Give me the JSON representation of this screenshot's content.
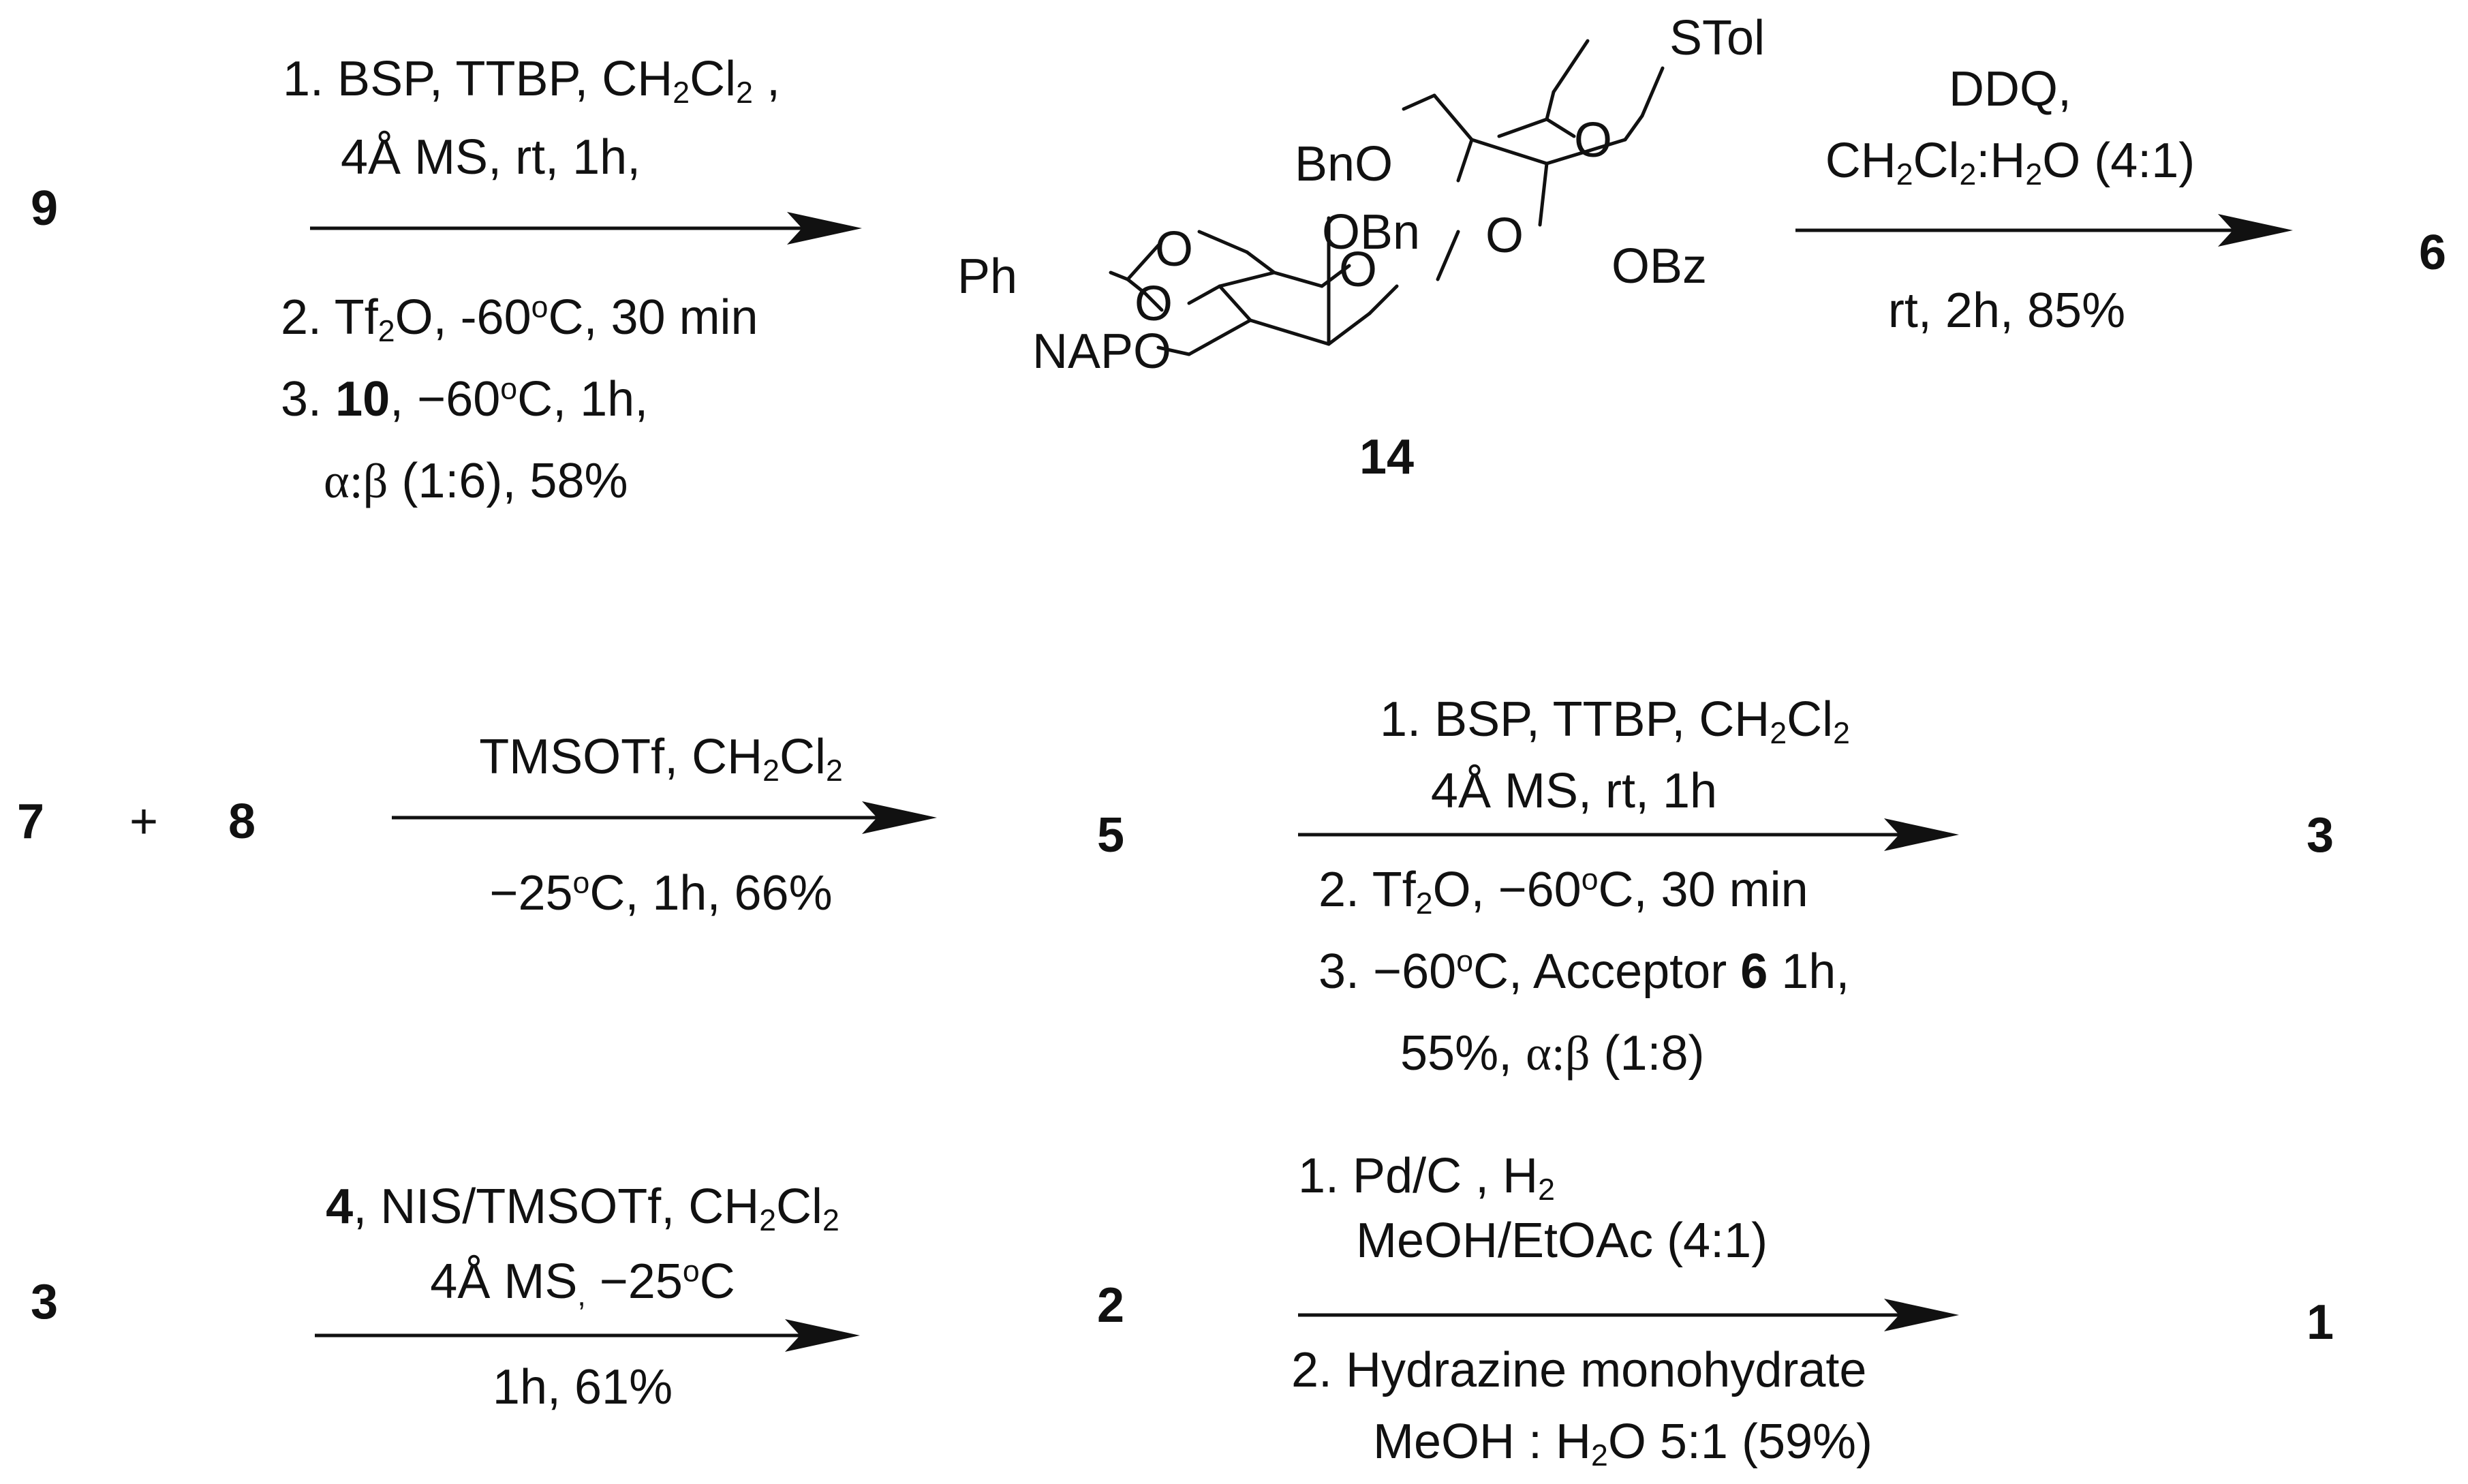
{
  "row1": {
    "start": "9",
    "arrow1_above": {
      "l1_a": "1. BSP, TTBP, CH",
      "l1_s1": "2",
      "l1_b": "Cl",
      "l1_s2": "2",
      "l1_c": " ,",
      "l2": "4Å MS, rt, 1h,"
    },
    "arrow1_below": {
      "l3_a": "2.  Tf",
      "l3_s": "2",
      "l3_b": "O, -60",
      "l3_sup": "o",
      "l3_c": "C, 30 min",
      "l4_a": "3. ",
      "l4_bold": "10",
      "l4_b": ", −60",
      "l4_sup": "o",
      "l4_c": "C, 1h,",
      "l5_alpha": "α:β",
      "l5_rest": " (1:6), 58%"
    },
    "molecule": {
      "label": "14",
      "stol": "STol",
      "o_ring_right": "O",
      "bno": "BnO",
      "obn": "OBn",
      "o_link": "O",
      "obz": "OBz",
      "ph": "Ph",
      "o_acetal_top": "O",
      "o_acetal_bottom": "O",
      "o_ring_left": "O",
      "napo": "NAPO"
    },
    "arrow2_above": {
      "l1": "DDQ,",
      "l2_a": "CH",
      "l2_s1": "2",
      "l2_b": "Cl",
      "l2_s2": "2",
      "l2_c": ":H",
      "l2_s3": "2",
      "l2_d": "O (4:1)"
    },
    "arrow2_below": {
      "l3": "rt, 2h, 85%"
    },
    "end": "6"
  },
  "row2": {
    "a": "7",
    "plus": "+",
    "b": "8",
    "arrow1_above": {
      "a": "TMSOTf, CH",
      "s1": "2",
      "b": "Cl",
      "s2": "2"
    },
    "arrow1_below": {
      "a": "−25",
      "sup": "o",
      "b": "C, 1h, 66%"
    },
    "mid": "5",
    "arrow2_above": {
      "l1_a": "1. BSP, TTBP, CH",
      "l1_s1": "2",
      "l1_b": "Cl",
      "l1_s2": "2",
      "l2": "4Å MS,  rt, 1h"
    },
    "arrow2_below": {
      "l3_a": "2. Tf",
      "l3_s": "2",
      "l3_b": "O, −60",
      "l3_sup": "o",
      "l3_c": "C, 30 min",
      "l4_a": "3. −60",
      "l4_sup": "o",
      "l4_b": "C, Acceptor ",
      "l4_bold": "6",
      "l4_c": " 1h,",
      "l5_a": "55%,  ",
      "l5_alpha": "α:β",
      "l5_b": " (1:8)"
    },
    "end": "3"
  },
  "row3": {
    "start": "3",
    "arrow1_above": {
      "l1_bold": "4",
      "l1_a": ", NIS/TMSOTf, CH",
      "l1_s1": "2",
      "l1_b": "Cl",
      "l1_s2": "2",
      "l2_a": "4Å MS",
      "l2_comma": ",",
      "l2_b": " −25",
      "l2_sup": "o",
      "l2_c": "C"
    },
    "arrow1_below": {
      "l3": "1h, 61%"
    },
    "mid": "2",
    "arrow2_above": {
      "l1_a": "1. Pd/C , H",
      "l1_s": "2",
      "l2": "MeOH/EtOAc (4:1)"
    },
    "arrow2_below": {
      "l3": "2. Hydrazine monohydrate",
      "l4_a": "MeOH : H",
      "l4_s": "2",
      "l4_b": "O 5:1 (59%)"
    },
    "end": "1"
  }
}
